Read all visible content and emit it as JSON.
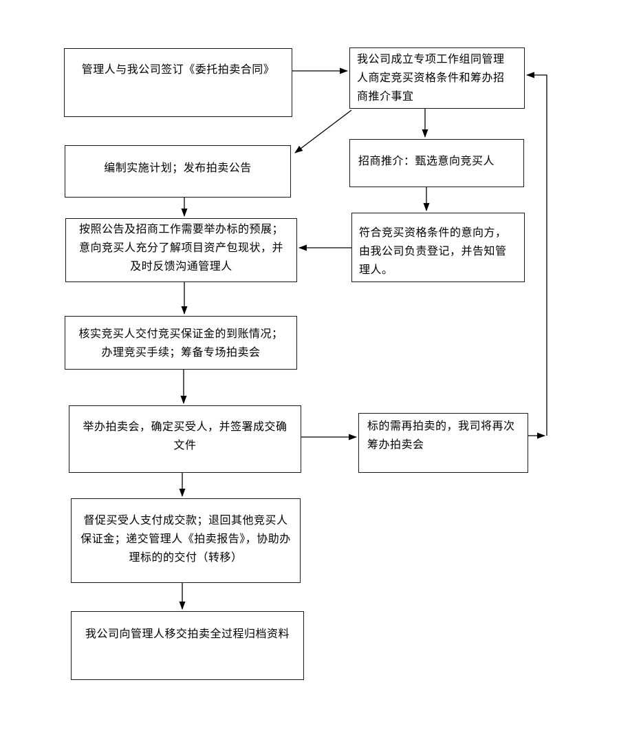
{
  "diagram": {
    "type": "flowchart",
    "title": "",
    "colors": {
      "background": "#ffffff",
      "box_border": "#1a1a1a",
      "line": "#000000",
      "text": "#000000"
    },
    "nodes": {
      "sign_contract": "管理人与我公司签订《委托拍卖合同》",
      "work_group": "我公司成立专项工作组同管理\n人商定竞买资格条件和筹办招\n商推介事宜",
      "plan": "编制实施计划；发布拍卖公告",
      "promotion": "招商推介：甄选意向竞买人",
      "preview": "按照公告及招商工作需要举办标的预展；\n意向竞买人充分了解项目资产包现状，并\n及时反馈沟通管理人",
      "register": "符合竞买资格条件的意向方，\n由我公司负责登记，并告知管\n理人。",
      "deposit": "核实竞买人交付竞买保证金的到账情况；\n办理竞买手续；筹备专场拍卖会",
      "auction": "举办拍卖会，确定买受人，并签署成交确\n文件",
      "re_auction": "标的需再拍卖的，我司将再次\n筹办拍卖会",
      "payment": "督促买受人支付成交款；退回其他竞买人\n保证金；递交管理人《拍卖报告》，协助办\n理标的的交付（转移）",
      "archive": "我公司向管理人移交拍卖全过程归档资料"
    },
    "edges": [
      {
        "from": "sign_contract",
        "to": "work_group"
      },
      {
        "from": "work_group",
        "to": "plan"
      },
      {
        "from": "work_group",
        "to": "promotion"
      },
      {
        "from": "promotion",
        "to": "register"
      },
      {
        "from": "register",
        "to": "preview"
      },
      {
        "from": "plan",
        "to": "preview"
      },
      {
        "from": "preview",
        "to": "deposit"
      },
      {
        "from": "deposit",
        "to": "auction"
      },
      {
        "from": "auction",
        "to": "re_auction"
      },
      {
        "from": "re_auction",
        "to": "work_group",
        "note": "feedback loop"
      },
      {
        "from": "auction",
        "to": "payment"
      },
      {
        "from": "payment",
        "to": "archive"
      }
    ]
  }
}
